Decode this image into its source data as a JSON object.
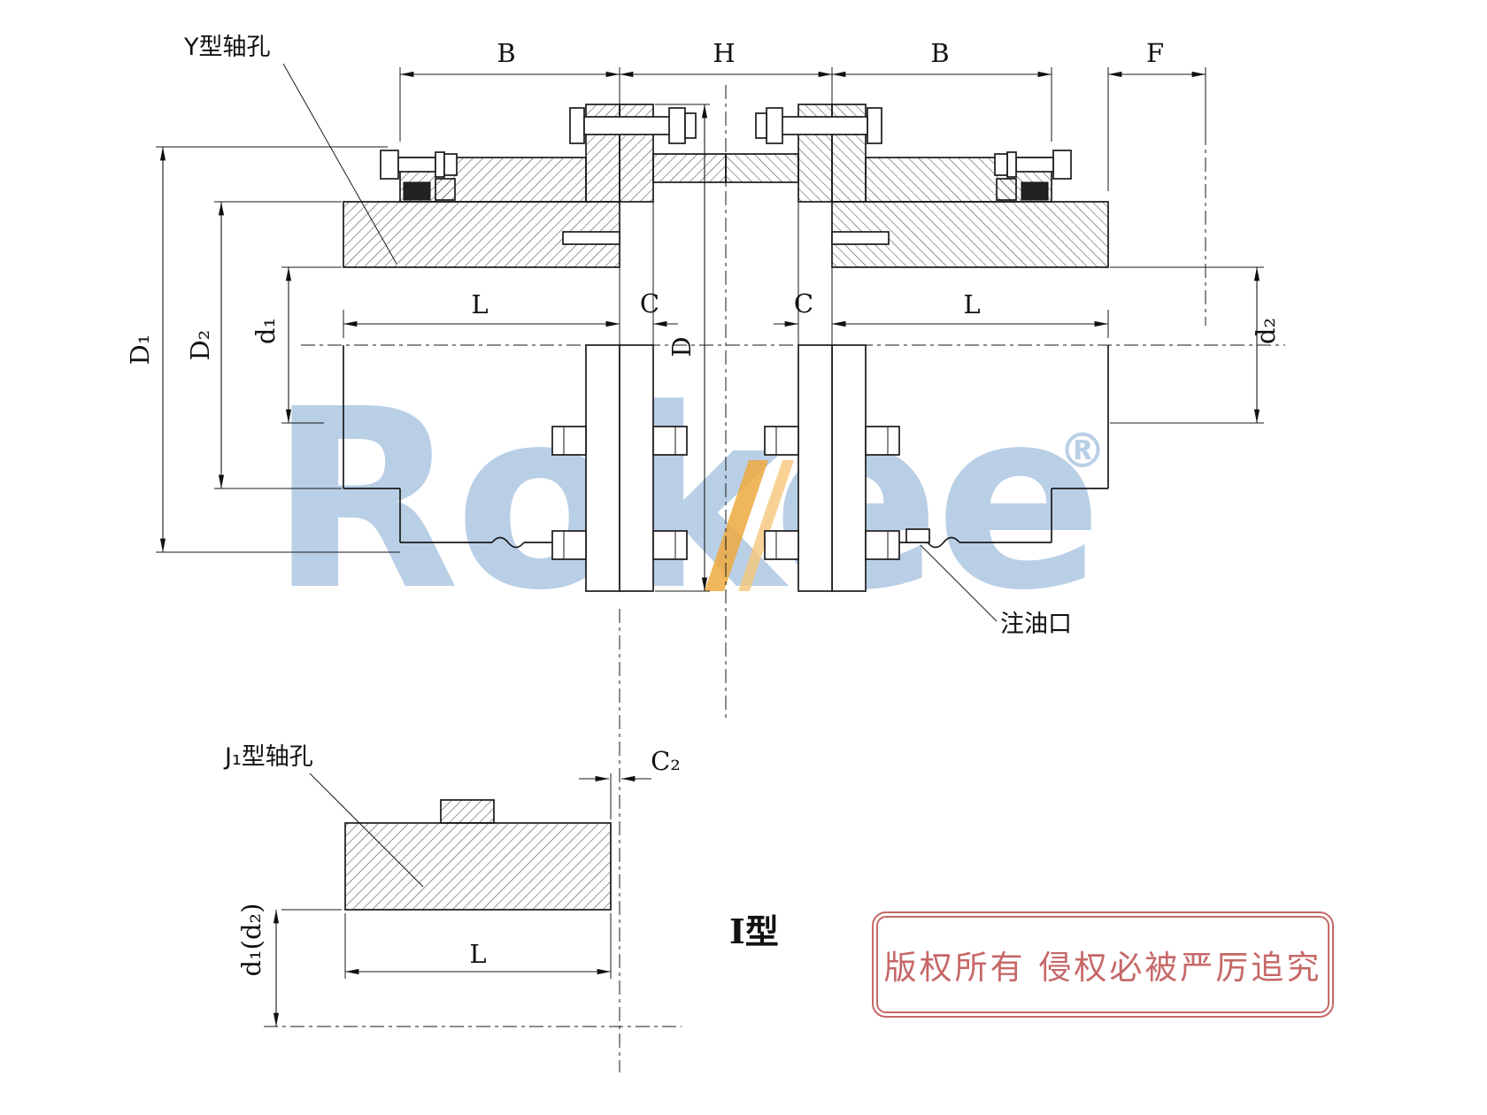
{
  "drawing": {
    "callouts": {
      "y_bore": "Y型轴孔",
      "oil_port": "注油口",
      "j1_bore": "J₁型轴孔",
      "type_mark": "I型"
    },
    "dims": {
      "b_left": "B",
      "h": "H",
      "b_right": "B",
      "f": "F",
      "D1": "D₁",
      "D2": "D₂",
      "d1": "d₁",
      "d2": "d₂",
      "D": "D",
      "l_left": "L",
      "c_left": "C",
      "c_right": "C",
      "l_right": "L",
      "c2": "C₂",
      "l_bottom": "L",
      "d1d2": "d₁(d₂)"
    }
  },
  "watermark": {
    "text": "Rokee",
    "registered": "®",
    "blue": "#b9cfe6",
    "orange": "#eda93e",
    "orange_light": "#f6c77a"
  },
  "stamp": {
    "text": "版权所有 侵权必被严厉追究",
    "red": "#c25c5c"
  }
}
